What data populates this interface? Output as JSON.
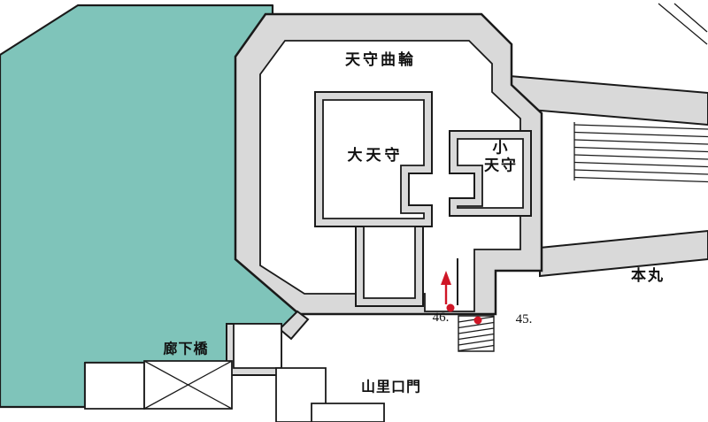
{
  "map": {
    "labels": {
      "tenshu_kuruwa": "天守曲輪",
      "daitenshu": "大天守",
      "kotenshu_line1": "小",
      "kotenshu_line2": "天守",
      "honmaru": "本丸",
      "rokabashi": "廊下橋",
      "yamazato_guchimon": "山里口門"
    },
    "markers": [
      {
        "label": "46."
      },
      {
        "label": "45."
      }
    ],
    "palette": {
      "moat_teal": "#7fc4ba",
      "wall_gray": "#d9d9d9",
      "outline_black": "#1a1a1a",
      "marker_red": "#cf1626",
      "paper_white": "#ffffff"
    }
  }
}
